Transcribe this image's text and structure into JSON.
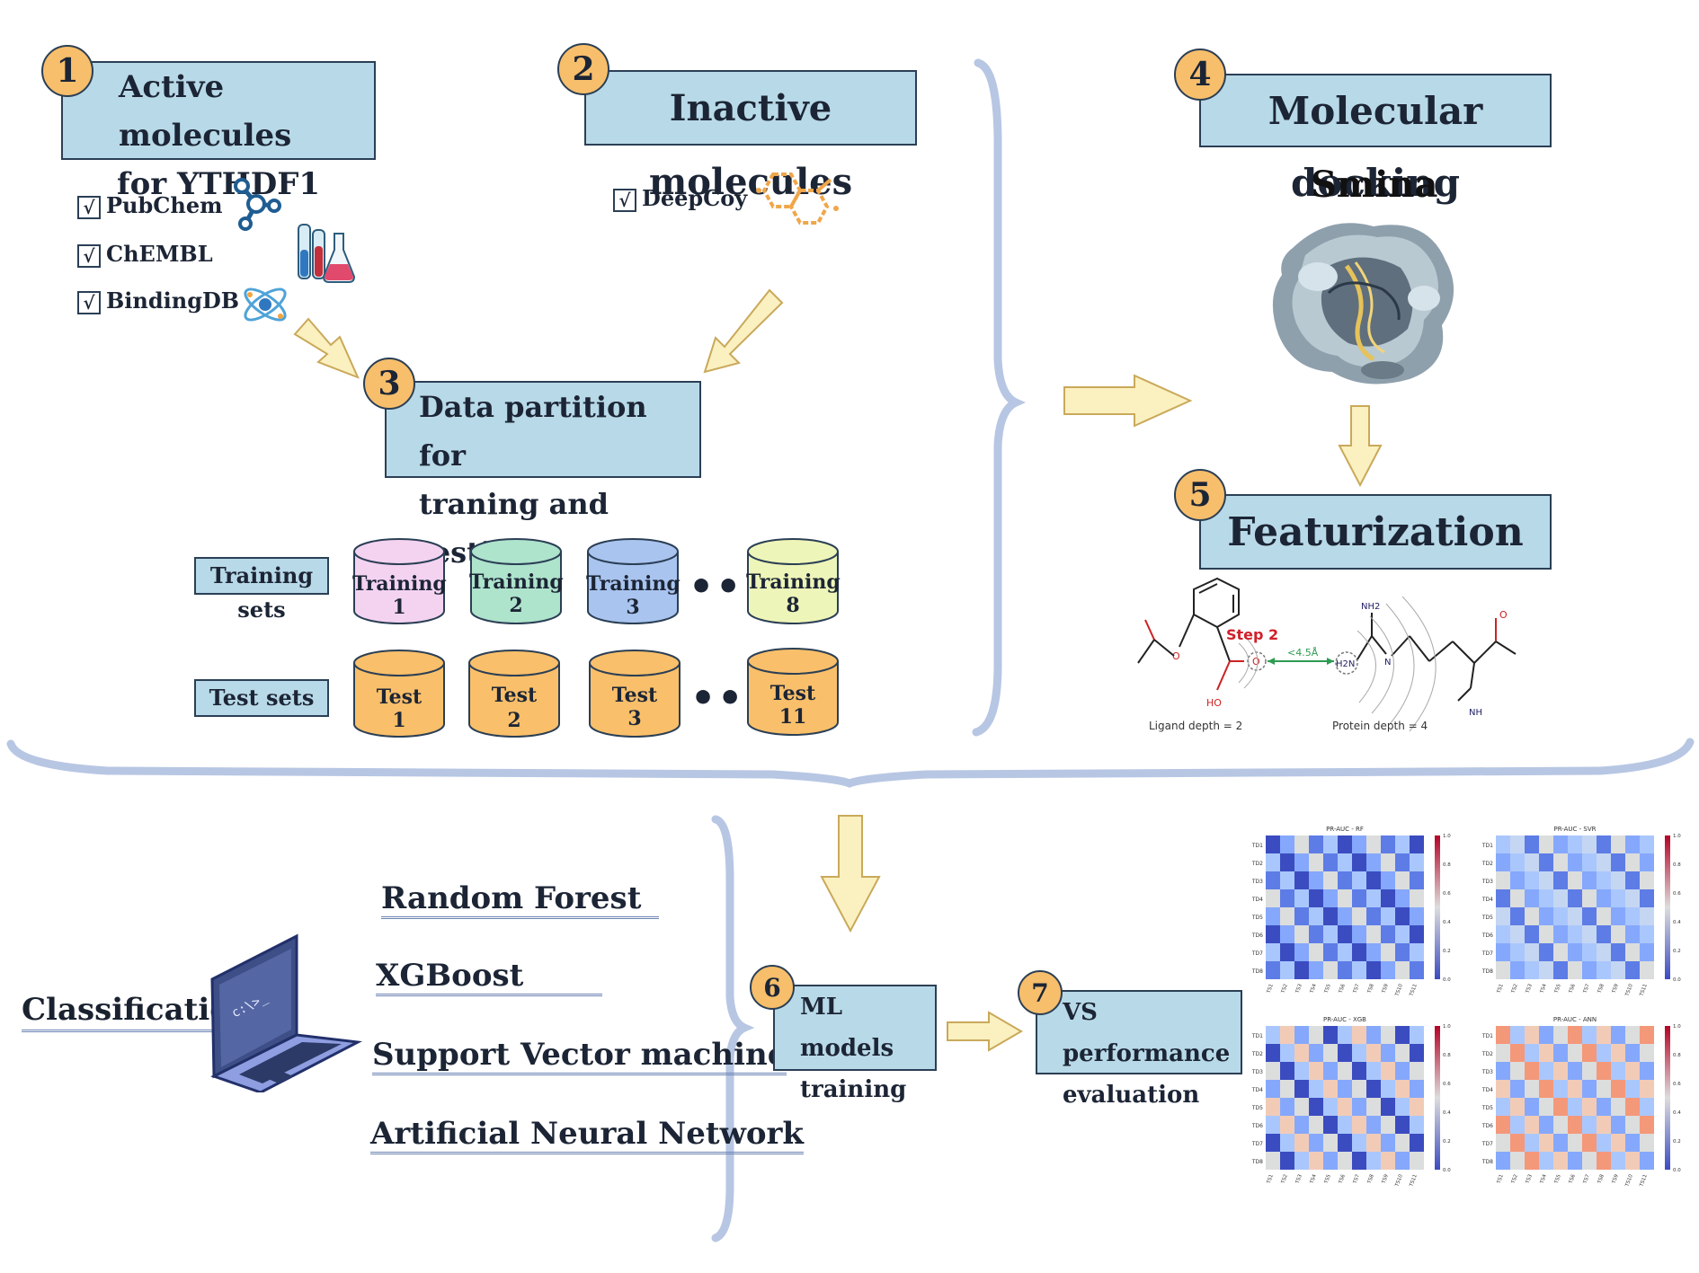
{
  "steps": {
    "s1": {
      "num": "1",
      "line1": "Active molecules",
      "line2": "for YTHDF1"
    },
    "s2": {
      "num": "2",
      "label": "Inactive molecules"
    },
    "s3": {
      "num": "3",
      "line1": "Data partition for",
      "line2": "traning and testing"
    },
    "s4": {
      "num": "4",
      "label": "Molecular docking"
    },
    "s5": {
      "num": "5",
      "label": "Featurization"
    },
    "s6": {
      "num": "6",
      "line1": "ML models",
      "line2": "training"
    },
    "s7": {
      "num": "7",
      "line1": "VS performance",
      "line2": "evaluation"
    }
  },
  "sources": {
    "active": [
      "PubChem",
      "ChEMBL",
      "BindingDB"
    ],
    "inactive": "DeepCoy",
    "check_mark": "√"
  },
  "docking_tool": "Smina",
  "featurization_figure": {
    "step": "Step 2",
    "distance": "<4.5Å",
    "ligand_depth": "Ligand depth = 2",
    "protein_depth": "Protein depth = 4",
    "atoms": [
      "O",
      "HO",
      "H2N",
      "N",
      "NH2",
      "NH",
      "O"
    ]
  },
  "sets": {
    "training_label": "Training sets",
    "test_label": "Test sets",
    "training": [
      {
        "word": "Training",
        "n": "1",
        "color": "#f4d3f1"
      },
      {
        "word": "Training",
        "n": "2",
        "color": "#aee3cc"
      },
      {
        "word": "Training",
        "n": "3",
        "color": "#a9c4ef"
      },
      {
        "word": "Training",
        "n": "8",
        "color": "#eef5b8"
      }
    ],
    "test": [
      {
        "word": "Test",
        "n": "1",
        "color": "#f9bf6a"
      },
      {
        "word": "Test",
        "n": "2",
        "color": "#f9bf6a"
      },
      {
        "word": "Test",
        "n": "3",
        "color": "#f9bf6a"
      },
      {
        "word": "Test",
        "n": "11",
        "color": "#f9bf6a"
      }
    ],
    "ellipsis": "•••"
  },
  "classification": {
    "label": "Classification",
    "screen_prompt": "c:\\>_",
    "models": [
      "Random  Forest",
      "XGBoost",
      "Support Vector machine",
      "Artificial Neural Network"
    ]
  },
  "heatmaps": {
    "titles": [
      "PR-AUC - RF",
      "PR-AUC - SVR",
      "PR-AUC - XGB",
      "PR-AUC - ANN"
    ],
    "rows": [
      "TD1",
      "TD2",
      "TD3",
      "TD4",
      "TD5",
      "TD6",
      "TD7",
      "TD8"
    ],
    "cols": [
      "TS1",
      "TS2",
      "TS3",
      "TS4",
      "TS5",
      "TS6",
      "TS7",
      "TS8",
      "TS9",
      "TS10",
      "TS11"
    ],
    "colorbar_ticks": [
      "1.0",
      "0.8",
      "0.6",
      "0.4",
      "0.2",
      "0.0"
    ]
  },
  "colors": {
    "box_fill": "#b8d9e8",
    "box_border": "#2b3f55",
    "number_fill": "#f7be6b",
    "arrow_fill": "#fbf0c0",
    "arrow_stroke": "#c9a95a",
    "brace": "#b7c6e3"
  }
}
